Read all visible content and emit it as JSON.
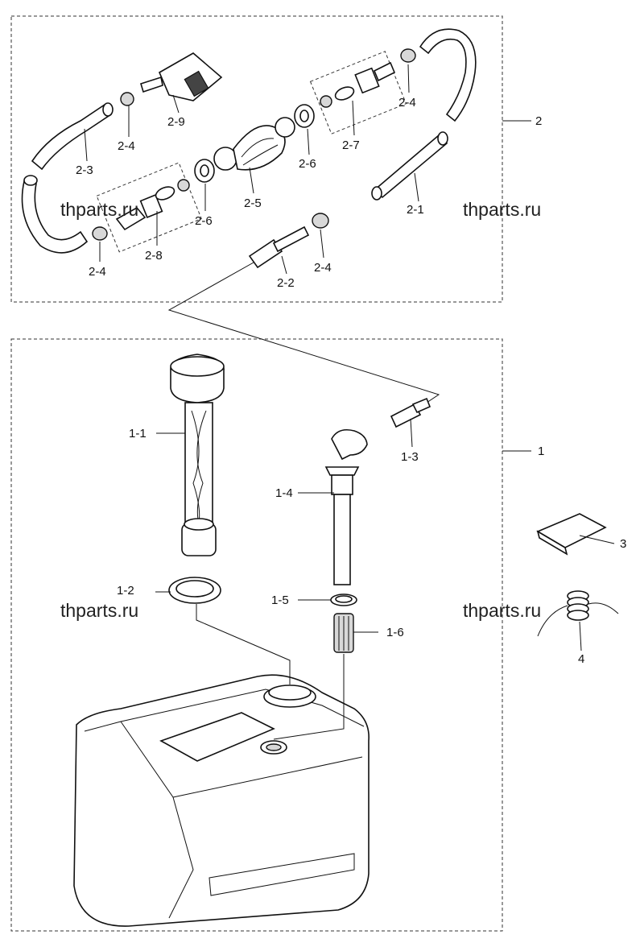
{
  "callouts": {
    "c2": "2",
    "c2_1": "2-1",
    "c2_2": "2-2",
    "c2_3": "2-3",
    "c2_4a": "2-4",
    "c2_4b": "2-4",
    "c2_4c": "2-4",
    "c2_4d": "2-4",
    "c2_5": "2-5",
    "c2_6a": "2-6",
    "c2_6b": "2-6",
    "c2_7": "2-7",
    "c2_8": "2-8",
    "c2_9": "2-9",
    "c1": "1",
    "c1_1": "1-1",
    "c1_2": "1-2",
    "c1_3": "1-3",
    "c1_4": "1-4",
    "c1_5": "1-5",
    "c1_6": "1-6",
    "c3": "3",
    "c4": "4"
  },
  "watermark": {
    "w1": "thparts.ru",
    "w2": "thparts.ru",
    "w3": "thparts.ru",
    "w4": "thparts.ru"
  }
}
